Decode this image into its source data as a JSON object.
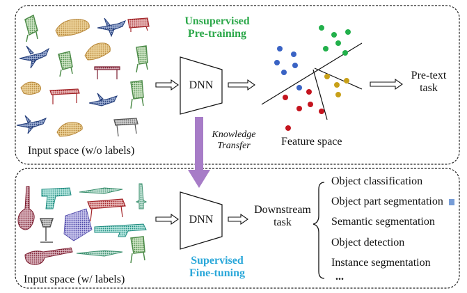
{
  "top": {
    "title_line1": "Unsupervised",
    "title_line2": "Pre-training",
    "input_label": "Input space (w/o labels)",
    "dnn_label": "DNN",
    "feature_label": "Feature space",
    "pretext_line1": "Pre-text",
    "pretext_line2": "task"
  },
  "transfer": {
    "line1": "Knowledge",
    "line2": "Transfer"
  },
  "bottom": {
    "title_line1": "Supervised",
    "title_line2": "Fine-tuning",
    "input_label": "Input space (w/ labels)",
    "dnn_label": "DNN",
    "downstream_line1": "Downstream",
    "downstream_line2": "task",
    "tasks": [
      "Object classification",
      "Object part segmentation",
      "Semantic segmentation",
      "Object detection",
      "Instance segmentation",
      "..."
    ]
  },
  "colors": {
    "green_title": "#2ca84a",
    "blue_title": "#29a7d9",
    "transfer_arrow": "#a77cc7",
    "cluster_green": "#22b04b",
    "cluster_blue": "#3a63c4",
    "cluster_red": "#c4141e",
    "cluster_gold": "#c8a018"
  },
  "icons": {
    "top_objects": [
      "chair",
      "car",
      "airplane",
      "bench",
      "airplane",
      "car",
      "chair",
      "table",
      "lamp",
      "table",
      "airplane",
      "chair",
      "airplane",
      "car",
      "table"
    ],
    "bottom_objects": [
      "guitar",
      "pistol",
      "knife",
      "dagger",
      "table",
      "lamp",
      "point-cloud-room",
      "rifle",
      "chair",
      "guitar",
      "rifle",
      "knife"
    ]
  }
}
